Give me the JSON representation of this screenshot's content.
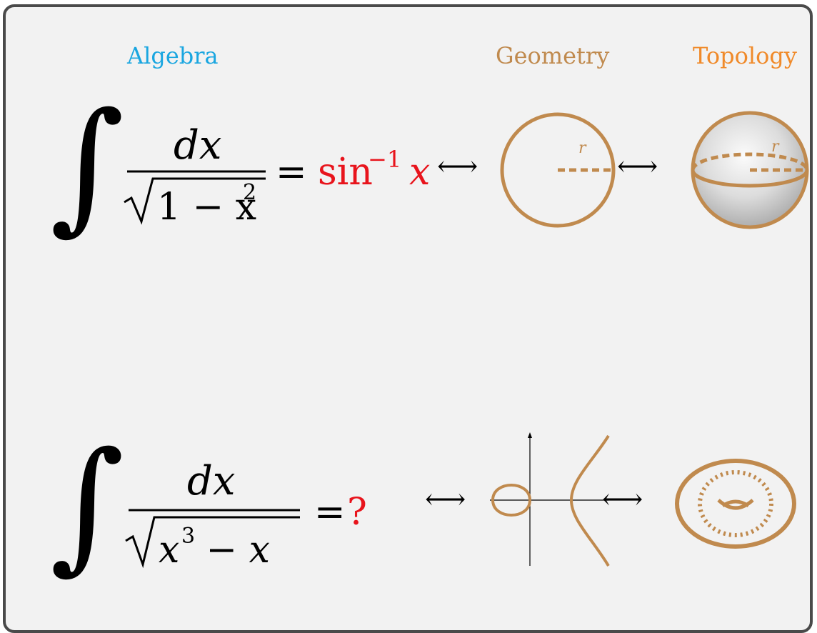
{
  "headers": {
    "algebra": "Algebra",
    "geometry": "Geometry",
    "topology": "Topology"
  },
  "formula_top": {
    "integral": "∫",
    "numerator": "dx",
    "radicand": "1 − x",
    "radicand_exp": "2",
    "equals": "=",
    "result_fn": "sin",
    "result_exp": "−1",
    "result_var": "x"
  },
  "formula_bottom": {
    "integral": "∫",
    "numerator": "dx",
    "radicand_var": "x",
    "radicand_exp": "3",
    "radicand_rest": " − x",
    "equals": "=",
    "result": "?"
  },
  "arrows": {
    "double": "⟷"
  },
  "labels": {
    "circle_radius": "r",
    "sphere_radius": "r"
  },
  "colors": {
    "algebra": "#1aa6e0",
    "geometry": "#c08a4e",
    "topology": "#f08a2a",
    "result": "#e8141c",
    "frame": "#4a4a4a",
    "background": "#f2f2f2"
  }
}
